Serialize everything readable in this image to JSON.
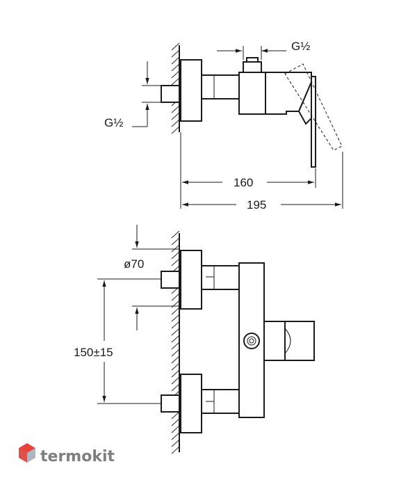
{
  "dimensions": {
    "thread_top": "G½",
    "thread_left": "G½",
    "length_handle": "160",
    "length_total": "195",
    "diameter": "ø70",
    "center_distance": "150±15"
  },
  "brand": {
    "name": "termokit",
    "logo_icon": "hexagon-cube-icon",
    "logo_colors": [
      "#e8443a",
      "#c2c9d6"
    ]
  }
}
